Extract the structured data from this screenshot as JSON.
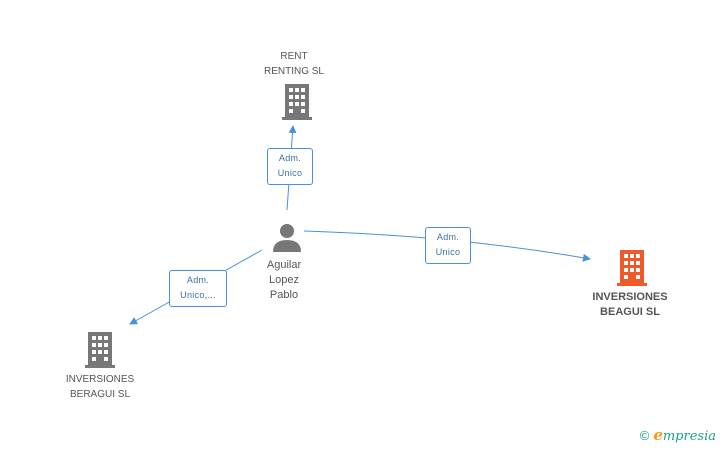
{
  "nodes": {
    "rent_renting": {
      "line1": "RENT",
      "line2": "RENTING SL"
    },
    "person": {
      "line1": "Aguilar",
      "line2": "Lopez",
      "line3": "Pablo"
    },
    "inversiones_beagui": {
      "line1": "INVERSIONES",
      "line2": "BEAGUI SL"
    },
    "inversiones_beragui": {
      "line1": "INVERSIONES",
      "line2": "BERAGUI SL"
    }
  },
  "edges": {
    "to_rent": {
      "line1": "Adm.",
      "line2": "Unico"
    },
    "to_beagui": {
      "line1": "Adm.",
      "line2": "Unico"
    },
    "to_beragui": {
      "line1": "Adm.",
      "line2": "Unico,..."
    }
  },
  "colors": {
    "edge": "#4a90d9",
    "building": "#777777",
    "highlight": "#f05a28"
  },
  "brand": {
    "copyright": "©",
    "initial": "e",
    "rest": "mpresia"
  }
}
